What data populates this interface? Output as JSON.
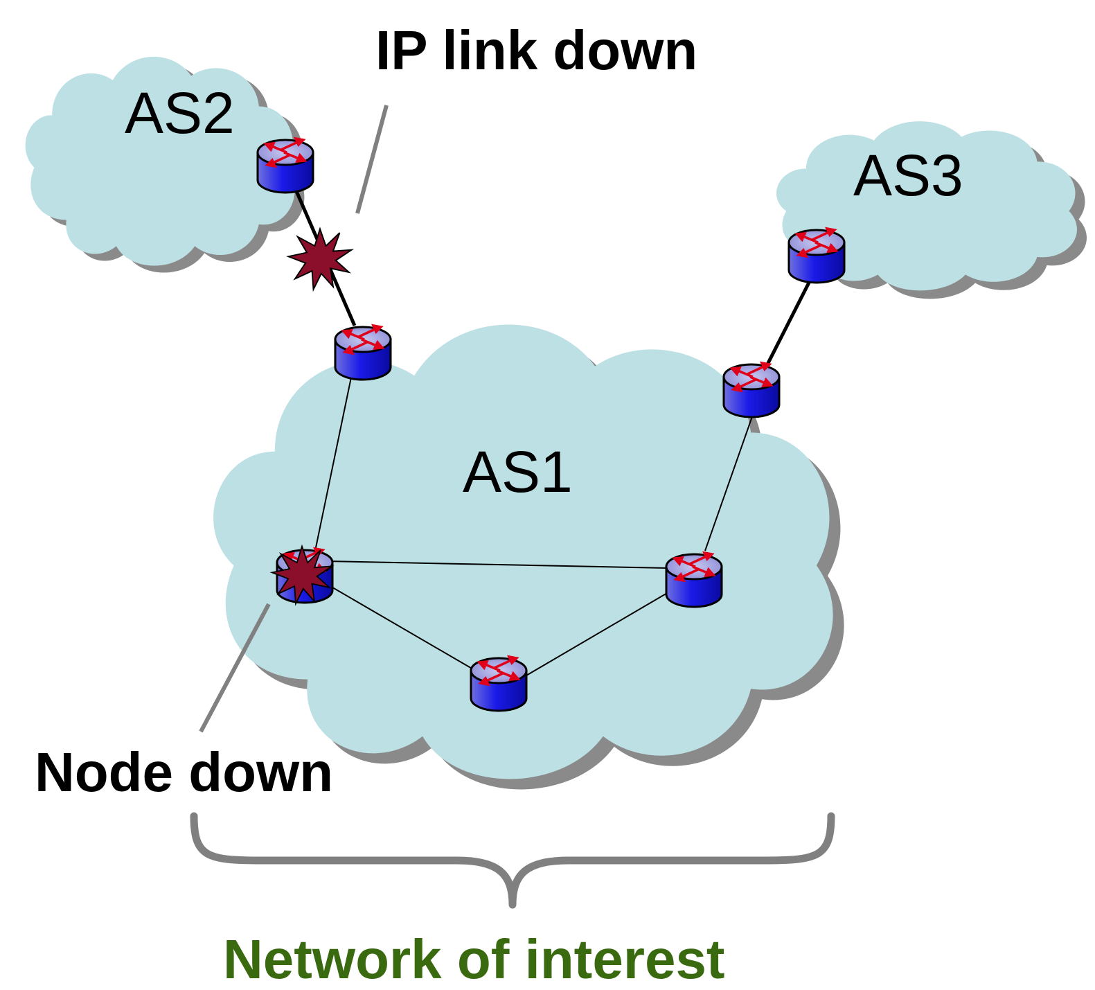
{
  "labels": {
    "ip_link_down": "IP link down",
    "node_down": "Node down",
    "network_of_interest": "Network of interest"
  },
  "clouds": {
    "as1": "AS1",
    "as2": "AS2",
    "as3": "AS3"
  },
  "colors": {
    "cloud_fill": "#bde0e4",
    "cloud_shadow": "#8a8a8a",
    "router_top": "#9a9adc",
    "router_body": "#1f1fe6",
    "arrow": "#e0001a",
    "failure_burst": "#8b0e2a",
    "leader_line": "#808080",
    "bracket": "#808080",
    "network_label": "#3a6a10"
  },
  "icons": {
    "router": "router-icon",
    "failure": "explosion-icon"
  }
}
